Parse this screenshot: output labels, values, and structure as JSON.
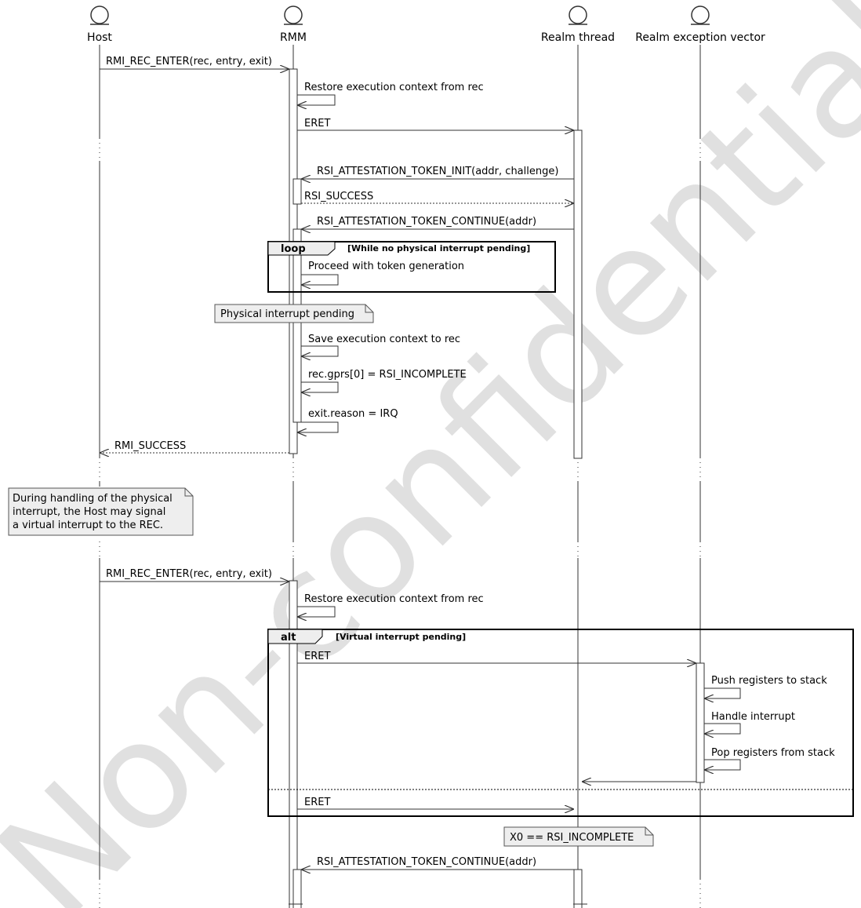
{
  "actors": [
    {
      "id": "host",
      "label": "Host"
    },
    {
      "id": "rmm",
      "label": "RMM"
    },
    {
      "id": "realm_thread",
      "label": "Realm thread"
    },
    {
      "id": "realm_exc",
      "label": "Realm exception vector"
    }
  ],
  "messages": [
    {
      "text": "RMI_REC_ENTER(rec, entry, exit)",
      "from": "host",
      "to": "rmm",
      "style": "solid"
    },
    {
      "text": "Restore execution context from rec",
      "from": "rmm",
      "to": "rmm",
      "style": "self"
    },
    {
      "text": "ERET",
      "from": "rmm",
      "to": "realm_thread",
      "style": "solid"
    },
    {
      "text": "RSI_ATTESTATION_TOKEN_INIT(addr, challenge)",
      "from": "realm_thread",
      "to": "rmm",
      "style": "solid"
    },
    {
      "text": "RSI_SUCCESS",
      "from": "rmm",
      "to": "realm_thread",
      "style": "dotted"
    },
    {
      "text": "RSI_ATTESTATION_TOKEN_CONTINUE(addr)",
      "from": "realm_thread",
      "to": "rmm",
      "style": "solid"
    },
    {
      "text": "Proceed with token generation",
      "from": "rmm",
      "to": "rmm",
      "style": "self"
    },
    {
      "text": "Save execution context to rec",
      "from": "rmm",
      "to": "rmm",
      "style": "self"
    },
    {
      "text": "rec.gprs[0] = RSI_INCOMPLETE",
      "from": "rmm",
      "to": "rmm",
      "style": "self"
    },
    {
      "text": "exit.reason = IRQ",
      "from": "rmm",
      "to": "rmm",
      "style": "self"
    },
    {
      "text": "RMI_SUCCESS",
      "from": "rmm",
      "to": "host",
      "style": "dotted"
    },
    {
      "text": "RMI_REC_ENTER(rec, entry, exit)",
      "from": "host",
      "to": "rmm",
      "style": "solid"
    },
    {
      "text": "Restore execution context from rec",
      "from": "rmm",
      "to": "rmm",
      "style": "self"
    },
    {
      "text": "ERET",
      "from": "rmm",
      "to": "realm_exc",
      "style": "solid"
    },
    {
      "text": "Push registers to stack",
      "from": "realm_exc",
      "to": "realm_exc",
      "style": "self"
    },
    {
      "text": "Handle interrupt",
      "from": "realm_exc",
      "to": "realm_exc",
      "style": "self"
    },
    {
      "text": "Pop registers from stack",
      "from": "realm_exc",
      "to": "realm_exc",
      "style": "self"
    },
    {
      "text": "",
      "from": "realm_exc",
      "to": "realm_thread",
      "style": "solid"
    },
    {
      "text": "ERET",
      "from": "rmm",
      "to": "realm_thread",
      "style": "solid"
    },
    {
      "text": "RSI_ATTESTATION_TOKEN_CONTINUE(addr)",
      "from": "realm_thread",
      "to": "rmm",
      "style": "solid"
    }
  ],
  "fragments": [
    {
      "label": "loop",
      "condition": "[While no physical interrupt pending]"
    },
    {
      "label": "alt",
      "condition": "[Virtual interrupt pending]"
    }
  ],
  "notes": [
    {
      "lines": [
        "Physical interrupt pending"
      ]
    },
    {
      "lines": [
        "During handling of the physical",
        "interrupt, the Host may signal",
        "a virtual interrupt to the REC."
      ]
    },
    {
      "lines": [
        "X0 == RSI_INCOMPLETE"
      ]
    }
  ],
  "watermark": "Non-confidential Beta"
}
